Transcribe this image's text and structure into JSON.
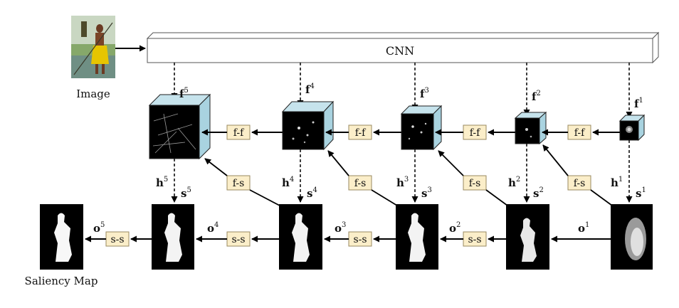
{
  "cnn": {
    "label": "CNN"
  },
  "image_caption": "Image",
  "saliency_caption": "Saliency Map",
  "stages": [
    {
      "f": "f",
      "f_sup": "5",
      "h": "h",
      "h_sup": "5",
      "s": "s",
      "s_sup": "5",
      "o": "o",
      "o_sup": "5"
    },
    {
      "f": "f",
      "f_sup": "4",
      "h": "h",
      "h_sup": "4",
      "s": "s",
      "s_sup": "4",
      "o": "o",
      "o_sup": "4"
    },
    {
      "f": "f",
      "f_sup": "3",
      "h": "h",
      "h_sup": "3",
      "s": "s",
      "s_sup": "3",
      "o": "o",
      "o_sup": "3"
    },
    {
      "f": "f",
      "f_sup": "2",
      "h": "h",
      "h_sup": "2",
      "s": "s",
      "s_sup": "2",
      "o": "o",
      "o_sup": "2"
    },
    {
      "f": "f",
      "f_sup": "1",
      "h": "h",
      "h_sup": "1",
      "s": "s",
      "s_sup": "1",
      "o": "o",
      "o_sup": "1"
    }
  ],
  "modules": {
    "ff": "f-f",
    "fs": "f-s",
    "ss": "s-s"
  },
  "colors": {
    "module_fill": "#fbeec9",
    "module_stroke": "#9a8a60",
    "cube_side": "#a9d3e0",
    "cube_top": "#c6e3ec",
    "map_bg": "#000000"
  }
}
